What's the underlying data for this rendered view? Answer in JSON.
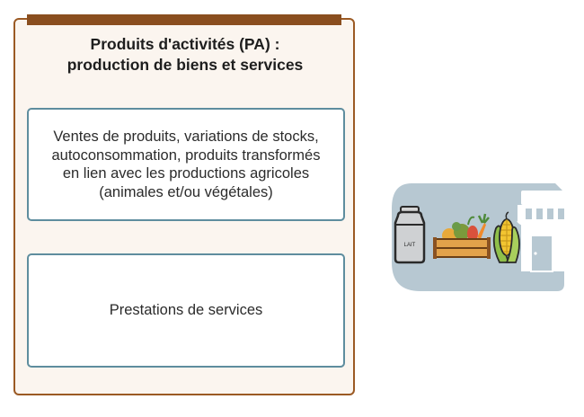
{
  "panel": {
    "title_line1": "Produits d'activités (PA) :",
    "title_line2": "production de biens et services",
    "box1_text": "Ventes de produits, variations de stocks, autoconsommation, produits transformés en lien avec les productions agricoles (animales et/ou végétales)",
    "box2_text": "Prestations de services"
  },
  "illustration": {
    "icons": [
      "milk-can-icon",
      "vegetable-crate-icon",
      "corn-icon",
      "shop-icon"
    ],
    "milk_can_label": "LAIT"
  },
  "colors": {
    "panel_border": "#9b5a24",
    "panel_tab": "#8a4e1f",
    "panel_bg": "#fbf5ef",
    "box_border": "#5e8d9e",
    "illustration_bg": "#b7c8d2"
  }
}
